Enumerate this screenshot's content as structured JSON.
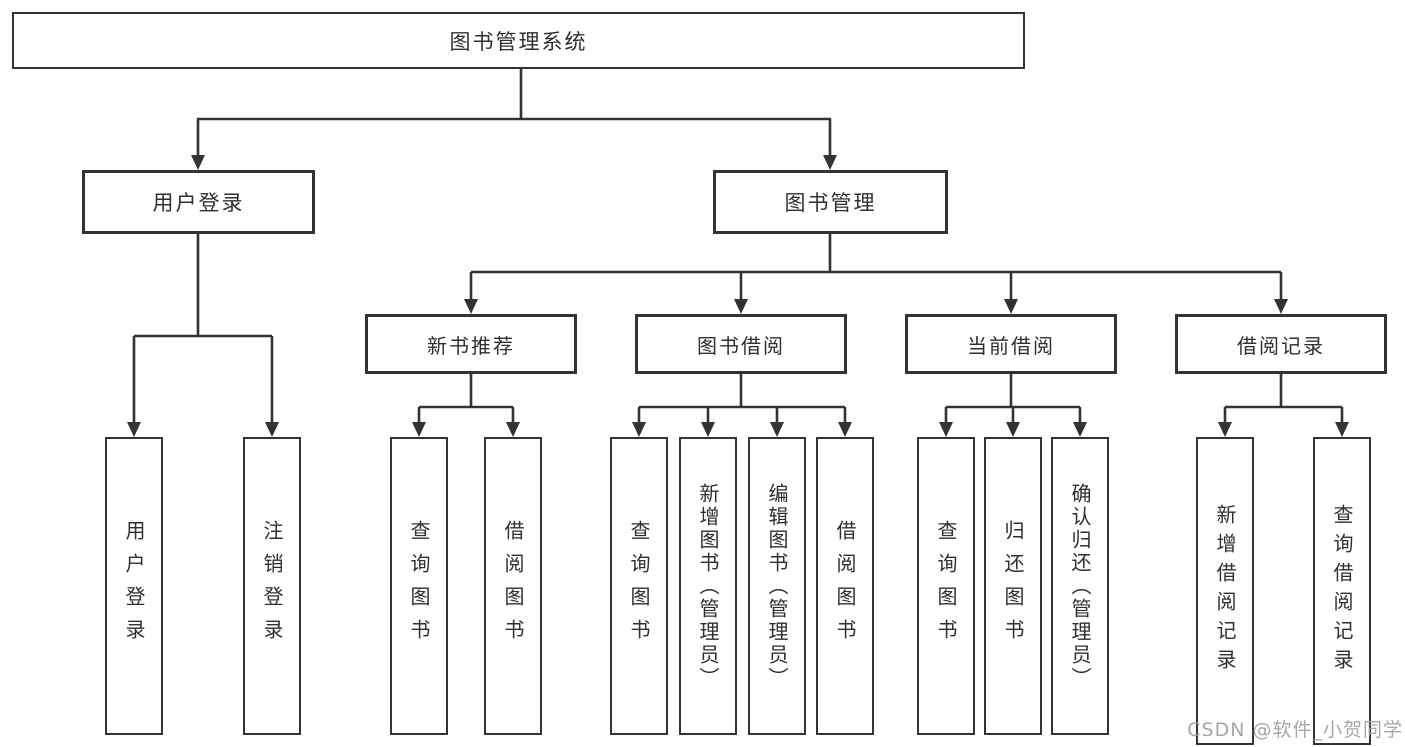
{
  "tree": {
    "root": {
      "label": "图书管理系统"
    },
    "branches": [
      {
        "label": "用户登录",
        "children": [
          {
            "label": "用户登录"
          },
          {
            "label": "注销登录"
          }
        ]
      },
      {
        "label": "图书管理",
        "children": [
          {
            "label": "新书推荐",
            "children": [
              {
                "label": "查询图书"
              },
              {
                "label": "借阅图书"
              }
            ]
          },
          {
            "label": "图书借阅",
            "children": [
              {
                "label": "查询图书"
              },
              {
                "label": "新增图书（管理员）"
              },
              {
                "label": "编辑图书（管理员）"
              },
              {
                "label": "借阅图书"
              }
            ]
          },
          {
            "label": "当前借阅",
            "children": [
              {
                "label": "查询图书"
              },
              {
                "label": "归还图书"
              },
              {
                "label": "确认归还（管理员）"
              }
            ]
          },
          {
            "label": "借阅记录",
            "children": [
              {
                "label": "新增借阅记录"
              },
              {
                "label": "查询借阅记录"
              }
            ]
          }
        ]
      }
    ]
  },
  "watermark": {
    "text": "CSDN @软件_小贺同学"
  },
  "colors": {
    "line": "#333333",
    "text": "#2f2f2f",
    "box_background": "#ffffff",
    "watermark": "#9e9e9e"
  }
}
